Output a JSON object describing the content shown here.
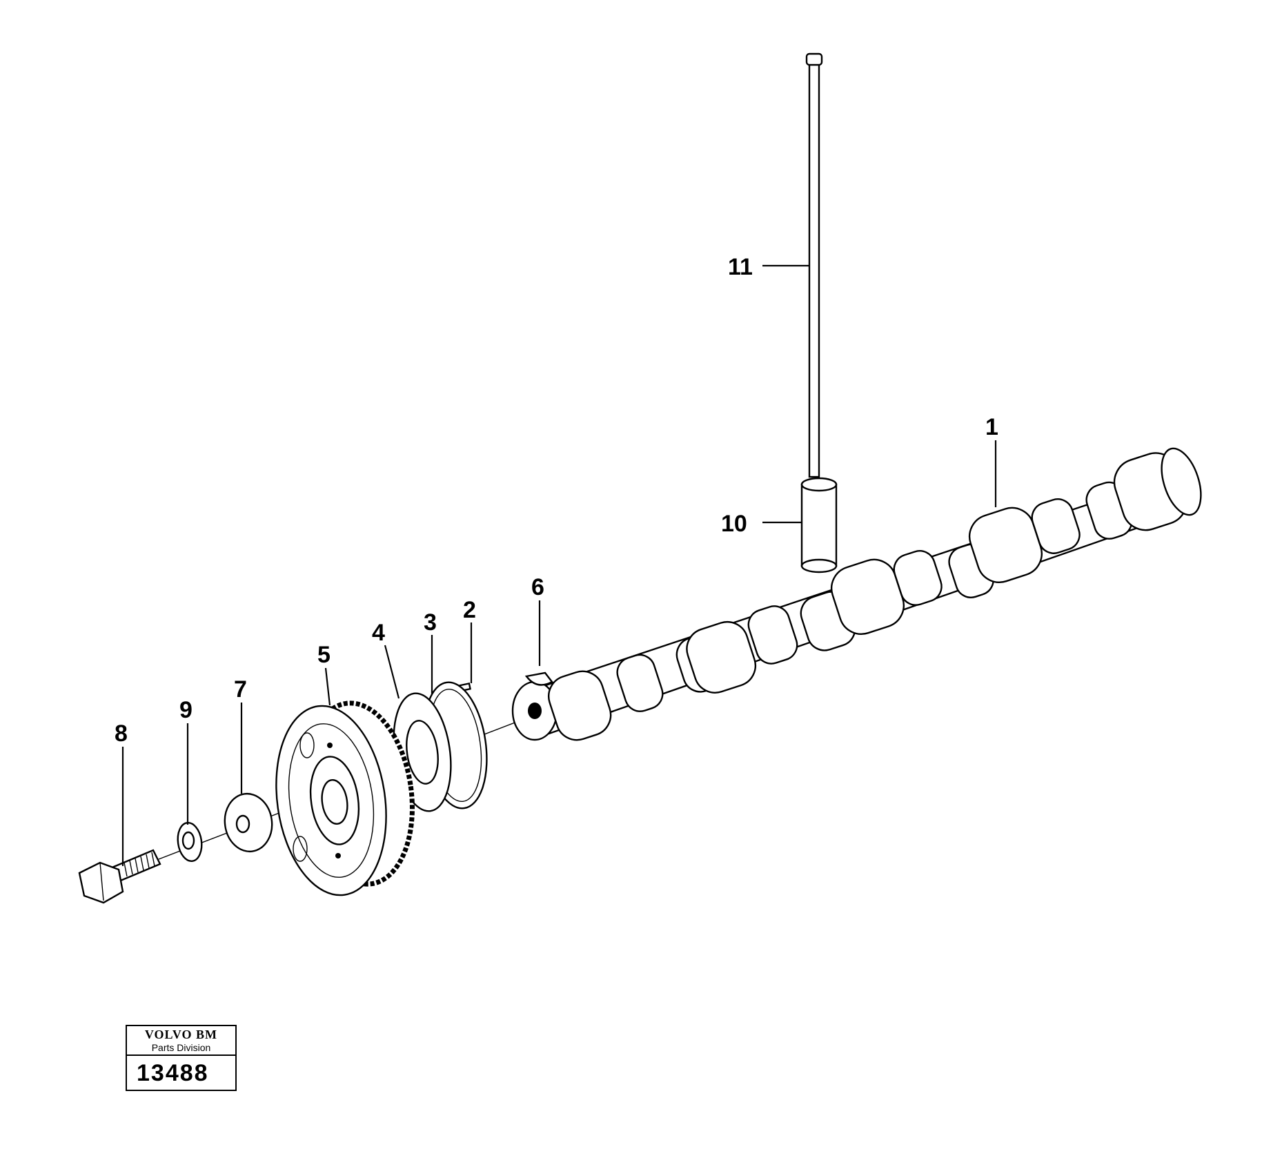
{
  "callouts": {
    "c1": "1",
    "c2": "2",
    "c3": "3",
    "c4": "4",
    "c5": "5",
    "c6": "6",
    "c7": "7",
    "c8": "8",
    "c9": "9",
    "c10": "10",
    "c11": "11"
  },
  "stamp": {
    "brand": "VOLVO BM",
    "division": "Parts Division",
    "number": "13488"
  }
}
